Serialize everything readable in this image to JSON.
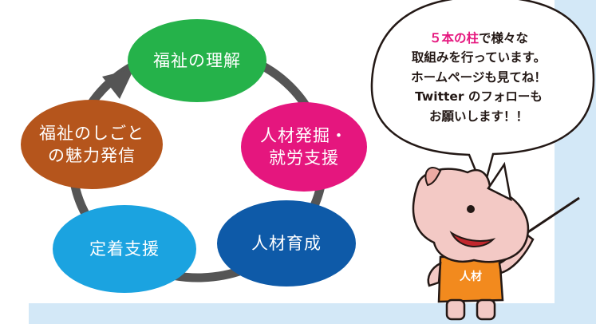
{
  "diagram": {
    "nodes": [
      {
        "id": "understanding",
        "label": "福祉の理解",
        "color": "#25b24a"
      },
      {
        "id": "employment",
        "label": "人材発掘・\n就労支援",
        "color": "#e5167e"
      },
      {
        "id": "training",
        "label": "人材育成",
        "color": "#0e5aa8"
      },
      {
        "id": "retention",
        "label": "定着支援",
        "color": "#1ba3e0"
      },
      {
        "id": "appeal",
        "label": "福祉のしごと\nの魅力発信",
        "color": "#b5551c"
      }
    ],
    "cycle_color": "#555555"
  },
  "speech_bubble": {
    "line1_accent": "５本の柱",
    "line1_rest": "で様々な",
    "line2": "取組みを行っています。",
    "line3": "ホームページも見てね！",
    "line4": "Twitter のフォローも",
    "line5": "お願いします！！",
    "accent_color": "#e5167e"
  },
  "mascot": {
    "shirt_text": "人材",
    "shirt_color": "#f28a1e"
  },
  "background": {
    "band_color": "#d3e8f7"
  }
}
